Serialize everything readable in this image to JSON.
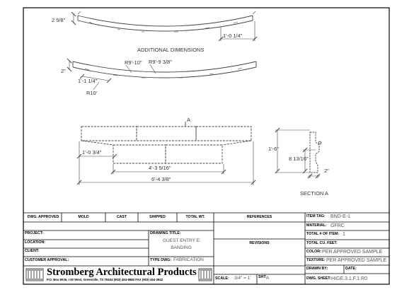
{
  "drawing": {
    "labels": {
      "additional_dimensions": "ADDITIONAL DIMENSIONS",
      "section": "SECTION A",
      "section_marker": "A"
    },
    "dimensions": {
      "top_left_height": "2 5/8\"",
      "top_right_length": "1'-0 1/4\"",
      "mid_left_height": "2\"",
      "radius_1": "R9'-10\"",
      "radius_2": "R9'-9 3/8\"",
      "mid_small_length": "1'-1 1/4\"",
      "radius_3": "R10'",
      "elev_left_offset": "1'-0 3/4\"",
      "elev_inner_length": "4'-3 5/16\"",
      "elev_overall_length": "6'-4 3/8\"",
      "section_height": "1'-6\"",
      "section_inner_height": "8 13/16\"",
      "section_bottom_width": "2\""
    }
  },
  "title_block": {
    "headers": {
      "dwg_approved": "DWG. APPROVED",
      "mold": "MOLD",
      "cast": "CAST",
      "shipped": "SHIPPED",
      "total_wt": "TOTAL WT.",
      "references": "REFERENCES",
      "revisions": "REVISIONS"
    },
    "fields": {
      "project": "PROJECT:",
      "location": "LOCATION:",
      "client": "CLIENT:",
      "customer_approval": "CUSTOMER APPROVAL:",
      "drawing_title": "DRAWING TITLE:",
      "type_dwg": "TYPE DWG:",
      "scale": "SCALE:",
      "sht": "SHT:",
      "item_tag": "ITEM TAG:",
      "material": "MATERIAL:",
      "total_items": "TOTAL # OF ITEM:",
      "total_cu_feet": "TOTAL CU. FEET:",
      "color": "COLOR:",
      "texture": "TEXTURE:",
      "drawn_by": "DRAWN BY:",
      "date": "DATE:",
      "dwg_sheet": "DWG. SHEET:"
    },
    "values": {
      "drawing_title_line1": "GUEST ENTRY E",
      "drawing_title_line2": "BANDING",
      "type_dwg": "FABRICATION",
      "scale": "3/4\" = 1'",
      "sht": "A",
      "item_tag": "BND-E-1",
      "material": "GFRC",
      "total_items": "1",
      "color": "PER APPROVED SAMPLE",
      "texture": "PER APPROVED SAMPLE",
      "dwg_sheet": "HIGE.3.1.F.1.R0"
    },
    "company": {
      "name": "Stromberg Architectural Products",
      "address": "P.O. Box 8036, I-30 West, Greenville, TX 75404 (903) 454-8682 FAX (903) 454-3842"
    }
  }
}
